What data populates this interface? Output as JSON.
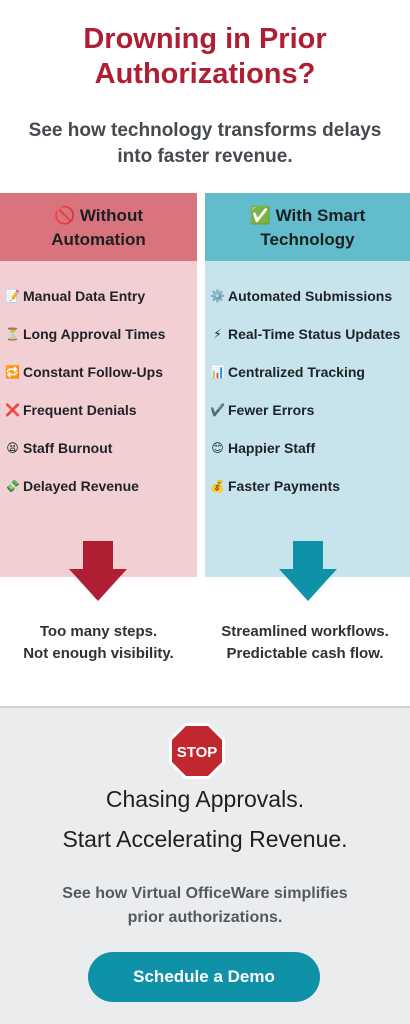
{
  "header": {
    "title_line1": "Drowning in Prior",
    "title_line2": "Authorizations?",
    "subtitle_line1": "See how technology transforms delays",
    "subtitle_line2": "into faster revenue."
  },
  "without": {
    "icon": "🚫",
    "title_line1": "Without",
    "title_line2": "Automation",
    "items": [
      {
        "icon": "📝",
        "label": "Manual Data Entry"
      },
      {
        "icon": "⏳",
        "label": "Long Approval Times"
      },
      {
        "icon": "🔁",
        "label": "Constant Follow-Ups"
      },
      {
        "icon": "❌",
        "label": "Frequent Denials"
      },
      {
        "icon": "😫",
        "label": "Staff Burnout"
      },
      {
        "icon": "💸",
        "label": "Delayed Revenue"
      }
    ],
    "caption_line1": "Too many steps.",
    "caption_line2": "Not enough visibility.",
    "arrow_color": "#b01e33"
  },
  "with": {
    "icon": "✅",
    "title_line1": "With Smart",
    "title_line2": "Technology",
    "items": [
      {
        "icon": "⚙️",
        "label": "Automated Submissions"
      },
      {
        "icon": "⚡",
        "label": "Real-Time Status Updates"
      },
      {
        "icon": "📊",
        "label": "Centralized Tracking"
      },
      {
        "icon": "✔️",
        "label": "Fewer Errors"
      },
      {
        "icon": "😊",
        "label": "Happier Staff"
      },
      {
        "icon": "💰",
        "label": "Faster Payments"
      }
    ],
    "caption_line1": "Streamlined workflows.",
    "caption_line2": "Predictable cash flow.",
    "arrow_color": "#0f91a8"
  },
  "bottom": {
    "stop_text": "STOP",
    "chase_text": "Chasing Approvals.",
    "start_text": "Start Accelerating Revenue.",
    "see_line1": "See how Virtual OfficeWare simplifies",
    "see_line2": "prior authorizations.",
    "cta_label": "Schedule a Demo"
  },
  "colors": {
    "brand_red": "#b01e33",
    "brand_teal": "#0f91a8",
    "left_panel": "#f1cfd2",
    "left_header": "#d9737e",
    "right_panel": "#c7e4ec",
    "right_header": "#62bccb"
  }
}
